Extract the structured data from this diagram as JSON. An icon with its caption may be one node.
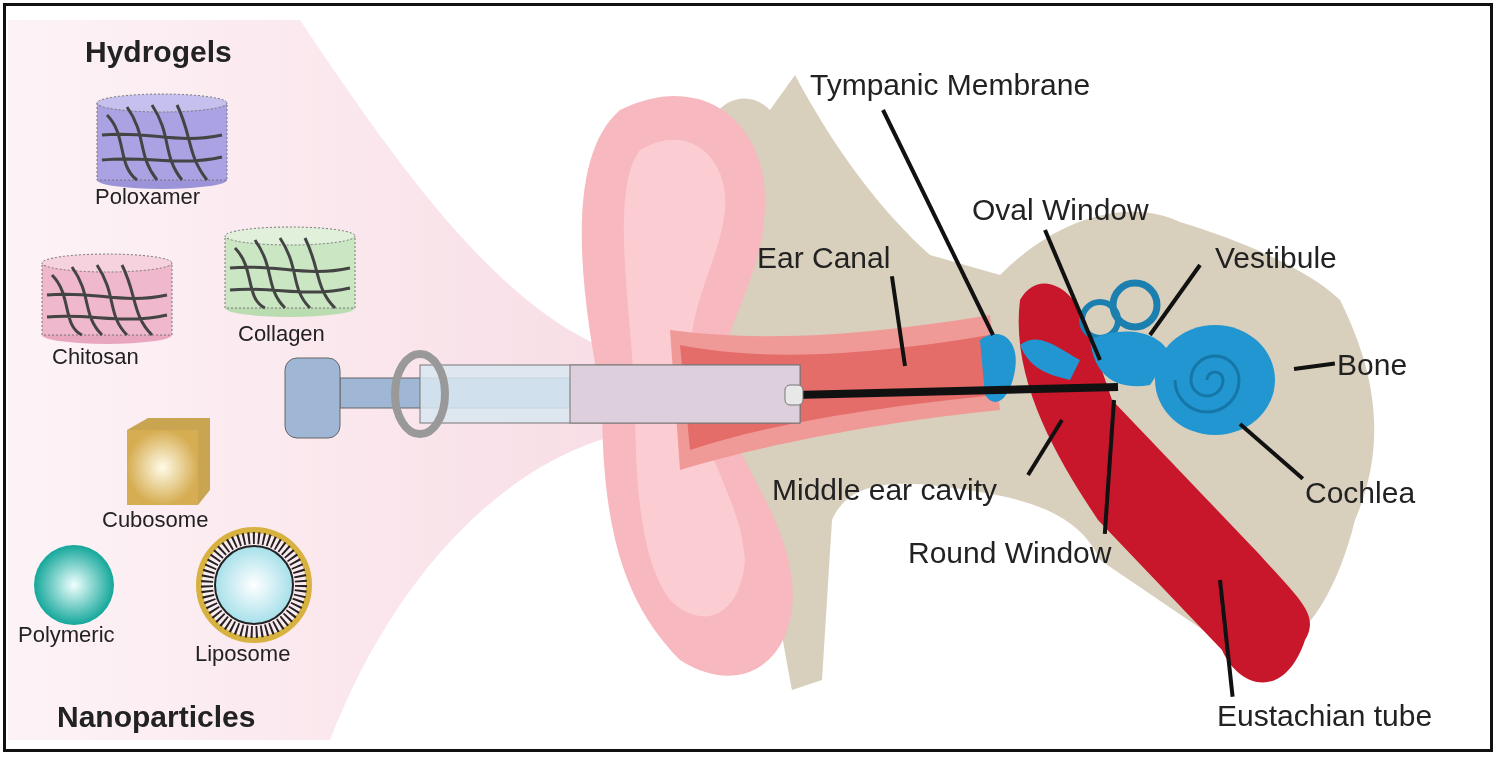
{
  "diagram": {
    "nodes": [
      {
        "text": [
          "Tympanic Membrane"
        ]
      },
      {
        "text": [
          "Oval Window"
        ]
      },
      {
        "text": [
          "Ear Canal"
        ]
      },
      {
        "text": [
          "Vestibule"
        ]
      },
      {
        "text": [
          "Bone"
        ]
      },
      {
        "text": [
          "Middle ear cavity"
        ]
      },
      {
        "text": [
          "Cochlea"
        ]
      },
      {
        "text": [
          "Round Window"
        ]
      },
      {
        "text": [
          "Eustachian tube"
        ]
      }
    ],
    "edges": [
      {
        "from": 0,
        "to": null,
        "arrow": "none"
      },
      {
        "from": 1,
        "to": null,
        "arrow": "none"
      },
      {
        "from": 2,
        "to": null,
        "arrow": "none"
      },
      {
        "from": 3,
        "to": null,
        "arrow": "none"
      },
      {
        "from": 4,
        "to": null,
        "arrow": "none"
      },
      {
        "from": 5,
        "to": null,
        "arrow": "none"
      },
      {
        "from": 6,
        "to": null,
        "arrow": "none"
      },
      {
        "from": 7,
        "to": null,
        "arrow": "none"
      },
      {
        "from": 8,
        "to": null,
        "arrow": "none"
      }
    ],
    "labels": [
      "Hydrogels",
      "Poloxamer",
      "Chitosan",
      "Collagen",
      "Cubosome",
      "Polymeric",
      "Liposome",
      "Nanoparticles"
    ]
  }
}
